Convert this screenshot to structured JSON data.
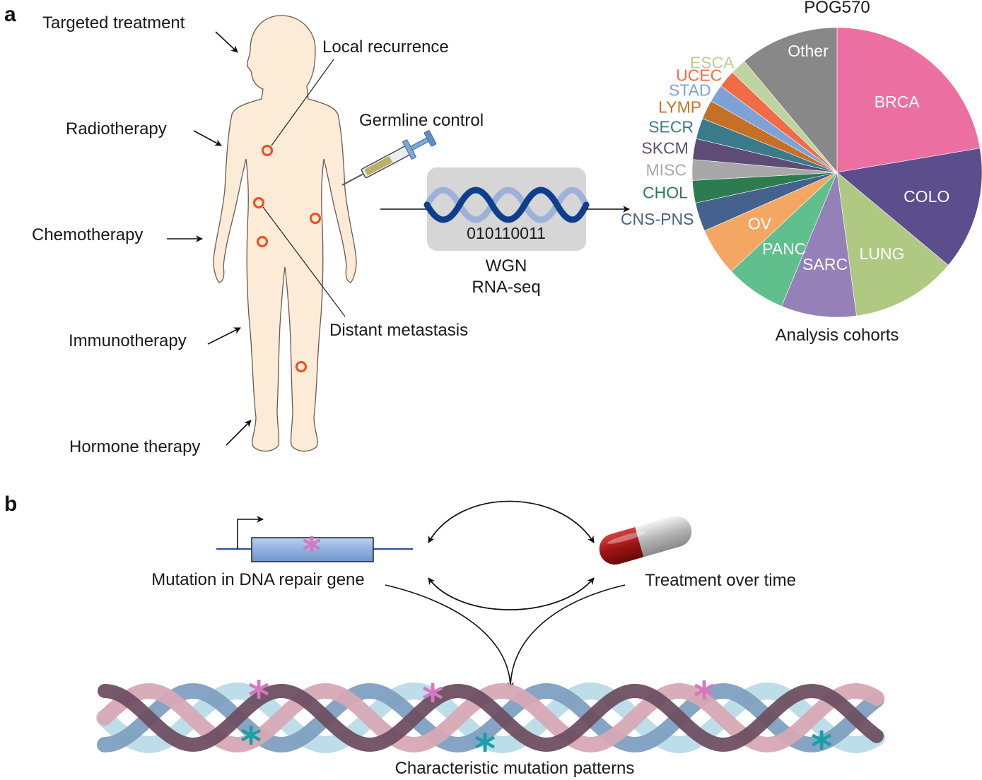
{
  "panel_a": {
    "letter": "a",
    "treatments": [
      "Targeted treatment",
      "Radiotherapy",
      "Chemotherapy",
      "Immunotherapy",
      "Hormone therapy"
    ],
    "local_recurrence": "Local recurrence",
    "distant_metastasis": "Distant metastasis",
    "germline_control": "Germline control",
    "binary": "010110011",
    "seq_method_1": "WGN",
    "seq_method_2": "RNA-seq"
  },
  "pie": {
    "title": "POG570",
    "caption": "Analysis cohorts",
    "slices": [
      {
        "label": "BRCA",
        "value": 125,
        "color": "#ec6fa1",
        "label_color": "#ffffff"
      },
      {
        "label": "COLO",
        "value": 77,
        "color": "#5c4e8c",
        "label_color": "#ffffff"
      },
      {
        "label": "LUNG",
        "value": 66,
        "color": "#afc982",
        "label_color": "#ffffff"
      },
      {
        "label": "SARC",
        "value": 47,
        "color": "#9580b8",
        "label_color": "#ffffff"
      },
      {
        "label": "PANC",
        "value": 38,
        "color": "#5fc08d",
        "label_color": "#ffffff"
      },
      {
        "label": "OV",
        "value": 30,
        "color": "#f4a663",
        "label_color": "#ffffff"
      },
      {
        "label": "CNS-PNS",
        "value": 18,
        "color": "#44628d",
        "label_color": "#44628d"
      },
      {
        "label": "CHOL",
        "value": 14,
        "color": "#2c7c4f",
        "label_color": "#2c7c4f"
      },
      {
        "label": "MISC",
        "value": 13,
        "color": "#a8a8a8",
        "label_color": "#a8a8a8"
      },
      {
        "label": "SKCM",
        "value": 13,
        "color": "#5e4c77",
        "label_color": "#5e4c77"
      },
      {
        "label": "SECR",
        "value": 13,
        "color": "#3b7a8a",
        "label_color": "#3b7a8a"
      },
      {
        "label": "LYMP",
        "value": 12,
        "color": "#c57027",
        "label_color": "#c57027"
      },
      {
        "label": "STAD",
        "value": 11,
        "color": "#7ea2d6",
        "label_color": "#7ea2d6"
      },
      {
        "label": "UCEC",
        "value": 11,
        "color": "#ef6c46",
        "label_color": "#ef6c46"
      },
      {
        "label": "ESCA",
        "value": 10,
        "color": "#bfd3a0",
        "label_color": "#b9cf97"
      },
      {
        "label": "Other",
        "value": 62,
        "color": "#888888",
        "label_color": "#ffffff"
      }
    ]
  },
  "panel_b": {
    "letter": "b",
    "mutation": "Mutation in DNA repair gene",
    "treatment": "Treatment over time",
    "patterns": "Characteristic mutation patterns"
  }
}
